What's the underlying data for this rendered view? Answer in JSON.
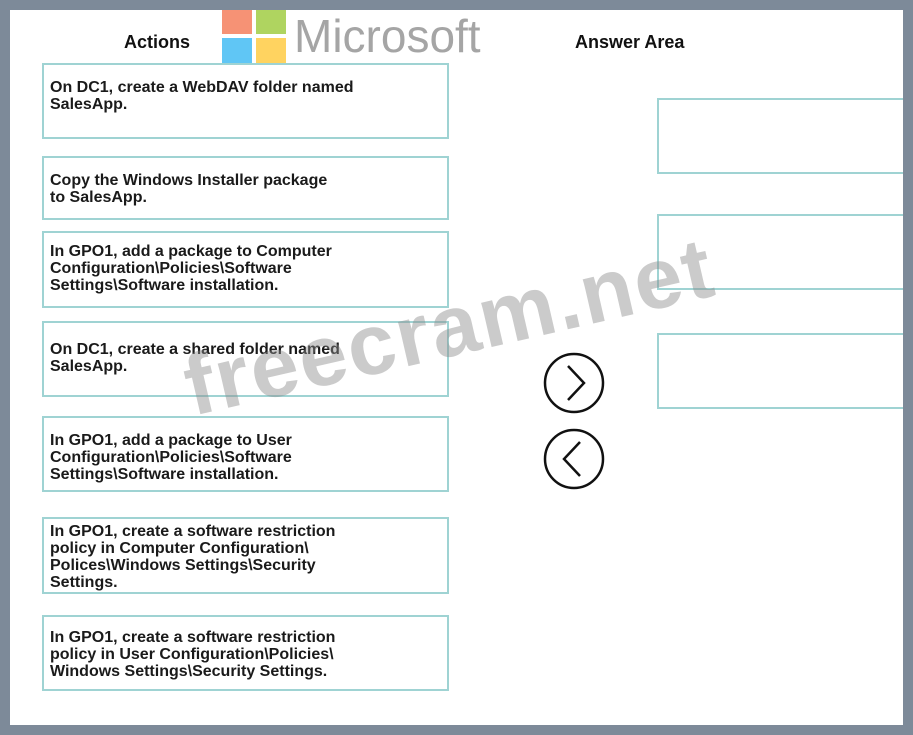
{
  "headers": {
    "actions": "Actions",
    "answer_area": "Answer Area"
  },
  "logo": {
    "text": "Microsoft",
    "colors": [
      "#f25022",
      "#7fba00",
      "#00a4ef",
      "#ffb900"
    ]
  },
  "actions": [
    "On DC1, create a WebDAV folder named\nSalesApp.",
    "Copy the Windows Installer package\nto SalesApp.",
    "In GPO1, add a package to Computer\nConfiguration\\Policies\\Software\nSettings\\Software installation.",
    "On DC1, create a shared folder named\nSalesApp.",
    "In GPO1, add a package to User\nConfiguration\\Policies\\Software\nSettings\\Software installation.",
    "In GPO1, create a software restriction\npolicy in Computer Configuration\\\nPolices\\Windows Settings\\Security\nSettings.",
    "In GPO1, create a software restriction\npolicy in User Configuration\\Policies\\\nWindows Settings\\Security Settings."
  ],
  "buttons": {
    "move_right": "chevron-right-icon",
    "move_left": "chevron-left-icon"
  },
  "watermark": "freecram.net"
}
